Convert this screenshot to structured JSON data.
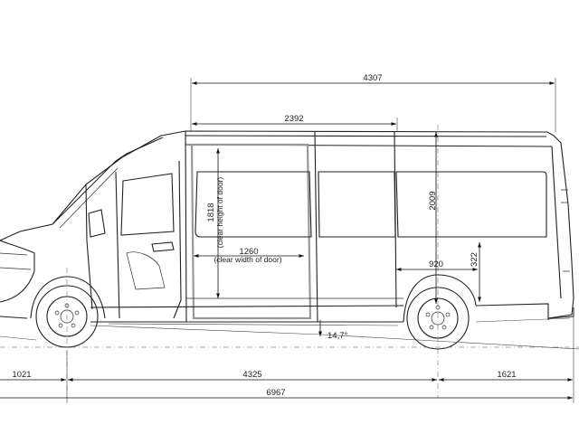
{
  "dimensions": {
    "overall_length": "6967",
    "front_overhang": "1021",
    "wheelbase": "4325",
    "rear_overhang": "1621",
    "cargo_length": "4307",
    "side_door_to_partition": "2392",
    "interior_height": "2009",
    "door_clear_height": "1818",
    "door_clear_height_note": "(clear height of door)",
    "door_clear_width": "1260",
    "door_clear_width_note": "(clear width of door)",
    "wheel_arch_length": "920",
    "wheel_arch_height": "322",
    "departure_angle": "14,7°"
  }
}
